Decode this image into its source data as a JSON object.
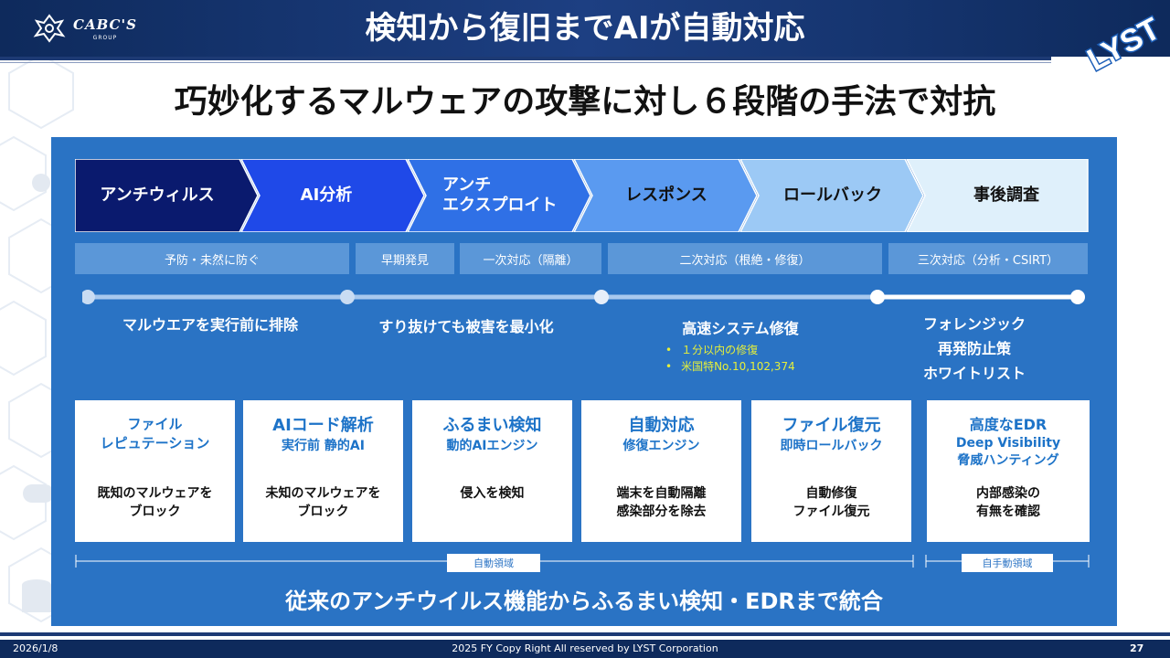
{
  "header": {
    "logo_text": "CABC'S",
    "logo_sub": "GROUP",
    "title": "検知から復旧までAIが自動対応",
    "brand": "LYST"
  },
  "subtitle": "巧妙化するマルウェアの攻撃に対し６段階の手法で対抗",
  "colors": {
    "panel": "#2a73c4",
    "header": "#0e2a5c",
    "arrow_1": "#0a1a6e",
    "arrow_2": "#1f49e8",
    "arrow_3": "#2f70e6",
    "arrow_4": "#5a9af0",
    "arrow_5": "#9cc9f5",
    "arrow_6": "#dff0fb",
    "accent_text": "#1d73c8",
    "highlight": "#e6ef3a"
  },
  "stages": [
    {
      "label": "アンチウィルス"
    },
    {
      "label": "AI分析"
    },
    {
      "label_1": "アンチ",
      "label_2": "エクスプロイト"
    },
    {
      "label": "レスポンス"
    },
    {
      "label": "ロールバック"
    },
    {
      "label": "事後調査"
    }
  ],
  "phases": [
    "予防・未然に防ぐ",
    "早期発見",
    "一次対応（隔離）",
    "二次対応（根絶・修復）",
    "三次対応（分析・CSIRT）"
  ],
  "timeline": {
    "t1": "マルウエアを実行前に排除",
    "t2": "すり抜けても被害を最小化",
    "t3": "高速システム修復",
    "t3_bullets": [
      "１分以内の修復",
      "米国特No.10,102,374"
    ],
    "t4": [
      "フォレンジック",
      "再発防止策",
      "ホワイトリスト"
    ]
  },
  "cards": [
    {
      "title": [
        "ファイル",
        "レピュテーション"
      ],
      "body": [
        "既知のマルウェアを",
        "ブロック"
      ]
    },
    {
      "title_main": "AIコード解析",
      "title_sub": "実行前 静的AI",
      "body": [
        "未知のマルウェアを",
        "ブロック"
      ]
    },
    {
      "title_main": "ふるまい検知",
      "title_sub": "動的AIエンジン",
      "body": [
        "侵入を検知"
      ]
    },
    {
      "title_main": "自動対応",
      "title_sub": "修復エンジン",
      "body": [
        "端末を自動隔離",
        "感染部分を除去"
      ]
    },
    {
      "title_main": "ファイル復元",
      "title_sub": "即時ロールバック",
      "body": [
        "自動修復",
        "ファイル復元"
      ]
    },
    {
      "title_main": "高度なEDR",
      "title_sub_1": "Deep Visibility",
      "title_sub_2": "脅威ハンティング",
      "body": [
        "内部感染の",
        "有無を確認"
      ]
    }
  ],
  "tags": {
    "auto": "自動領域",
    "manual": "自手動領域"
  },
  "bottom": "従来のアンチウイルス機能からふるまい検知・EDRまで統合",
  "footer": {
    "date": "2026/1/8",
    "copyright": "2025 FY Copy Right All reserved by LYST Corporation",
    "page": "27"
  }
}
